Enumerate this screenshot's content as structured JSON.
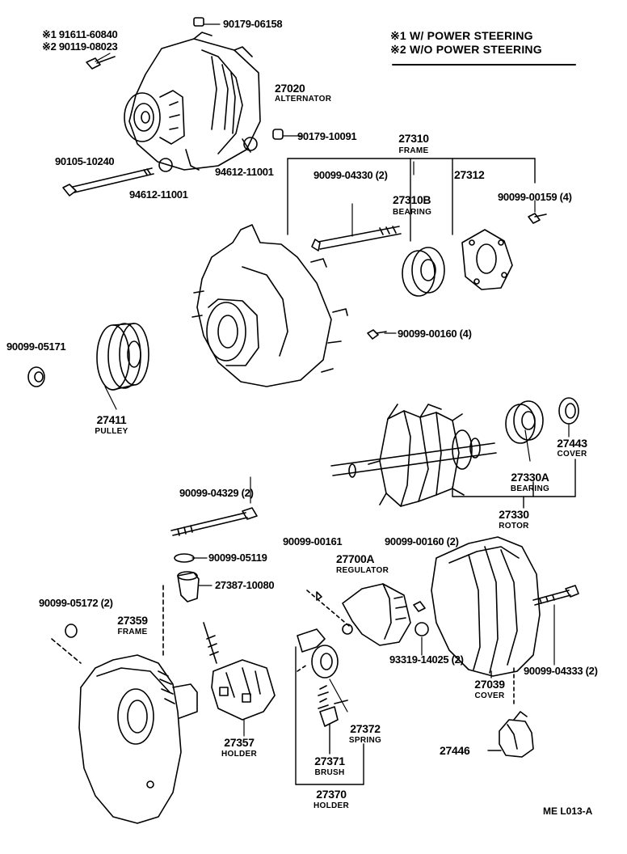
{
  "legend": {
    "line1": "※1 W/ POWER STEERING",
    "line2": "※2 W/O POWER STEERING"
  },
  "variants": {
    "v1": "※1 91611-60840",
    "v2": "※2 90119-08023"
  },
  "parts": {
    "p_90179_06158": "90179-06158",
    "p_27020": "27020",
    "p_27020_name": "ALTERNATOR",
    "p_90179_10091": "90179-10091",
    "p_90105_10240": "90105-10240",
    "p_94612_a": "94612-11001",
    "p_94612_b": "94612-11001",
    "p_27310": "27310",
    "p_27310_name": "FRAME",
    "p_90099_04330": "90099-04330 (2)",
    "p_27312": "27312",
    "p_27310B": "27310B",
    "p_27310B_name": "BEARING",
    "p_90099_00159": "90099-00159 (4)",
    "p_90099_00160_4": "90099-00160 (4)",
    "p_90099_05171": "90099-05171",
    "p_27411": "27411",
    "p_27411_name": "PULLEY",
    "p_27443": "27443",
    "p_27443_name": "COVER",
    "p_27330A": "27330A",
    "p_27330A_name": "BEARING",
    "p_27330": "27330",
    "p_27330_name": "ROTOR",
    "p_90099_04329": "90099-04329 (2)",
    "p_90099_05119": "90099-05119",
    "p_27387": "27387-10080",
    "p_90099_00161": "90099-00161",
    "p_90099_00160_2": "90099-00160 (2)",
    "p_27700A": "27700A",
    "p_27700A_name": "REGULATOR",
    "p_90099_05172": "90099-05172 (2)",
    "p_27359": "27359",
    "p_27359_name": "FRAME",
    "p_93319": "93319-14025 (2)",
    "p_90099_04333": "90099-04333 (2)",
    "p_27039": "27039",
    "p_27039_name": "COVER",
    "p_27372": "27372",
    "p_27372_name": "SPRING",
    "p_27357": "27357",
    "p_27357_name": "HOLDER",
    "p_27446": "27446",
    "p_27371": "27371",
    "p_27371_name": "BRUSH",
    "p_27370": "27370",
    "p_27370_name": "HOLDER"
  },
  "diagram_code": "ME L013-A"
}
